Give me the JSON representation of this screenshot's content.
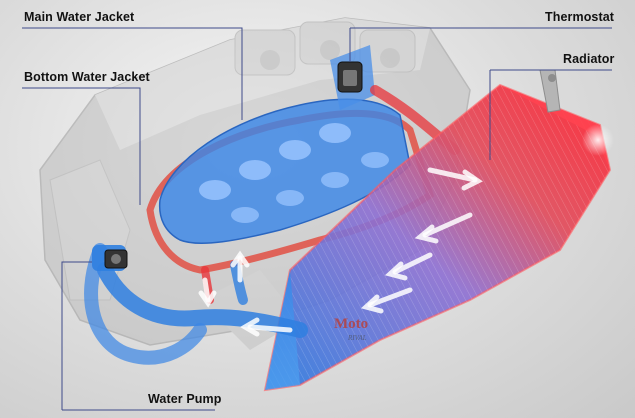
{
  "labels": {
    "main_water_jacket": "Main Water Jacket",
    "thermostat": "Thermostat",
    "bottom_water_jacket": "Bottom Water Jacket",
    "radiator": "Radiator",
    "water_pump": "Water Pump"
  },
  "watermark": {
    "main": "Moto",
    "sub": "RIVAL"
  },
  "colors": {
    "hot": "#e8343a",
    "cold": "#2f7fe0",
    "jacket_blue": "#3a86e6",
    "leader_line": "#3e4a8a"
  }
}
